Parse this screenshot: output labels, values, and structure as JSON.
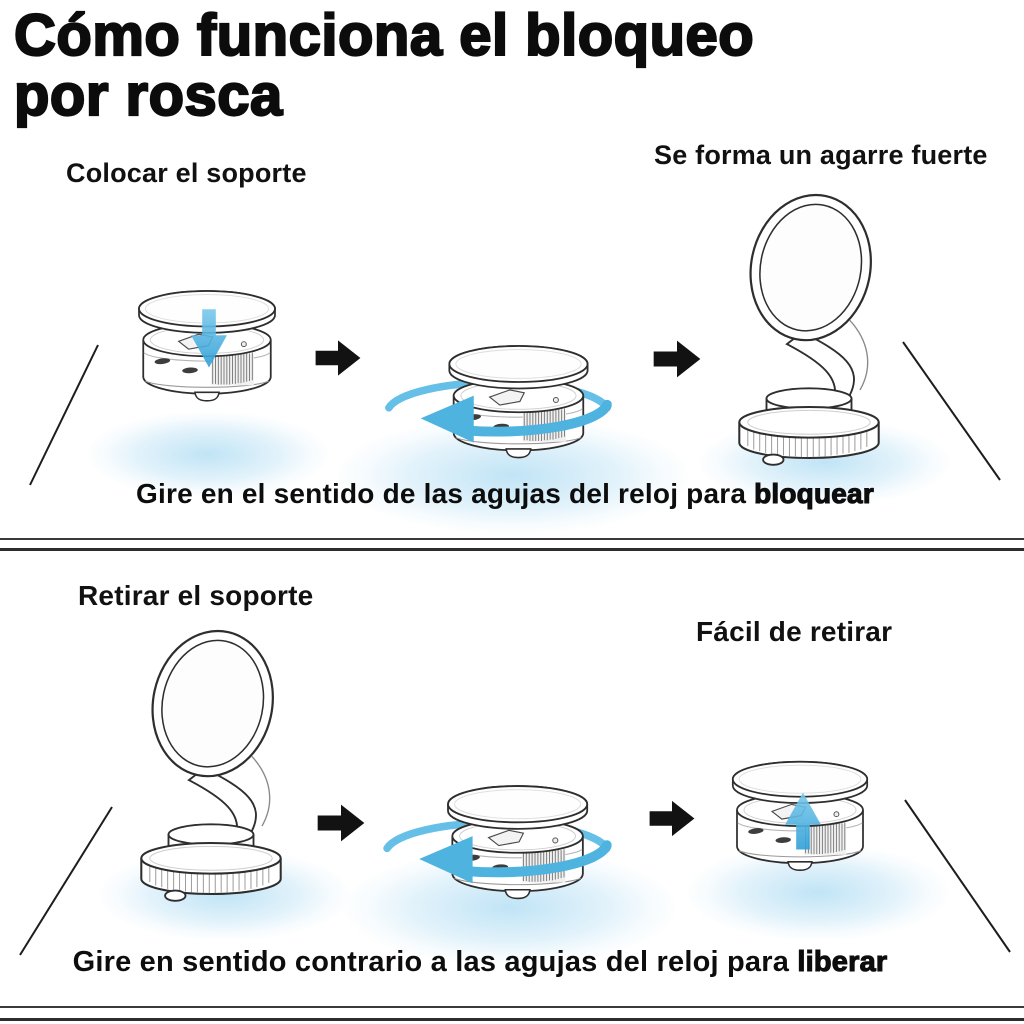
{
  "title": {
    "line1": "Cómo funciona el bloqueo",
    "line2": "por rosca"
  },
  "panel_lock": {
    "step_label": "Colocar el soporte",
    "result_label": "Se forma un agarre fuerte",
    "caption": "Gire en el sentido de las agujas del reloj para",
    "caption_emphasis": "bloquear"
  },
  "panel_release": {
    "step_label": "Retirar el soporte",
    "result_label": "Fácil de retirar",
    "caption": "Gire en sentido contrario a las agujas del reloj para",
    "caption_emphasis": "liberar"
  },
  "icons": {
    "right_arrow": "➡",
    "down_arrow": "⬇",
    "up_arrow": "⬆",
    "rotate_arrow": "↺"
  },
  "colors": {
    "accent_blue": "#57b8e2",
    "accent_blue_dark": "#3fa6d6",
    "glow_blue": "#bfe2f5",
    "arrow_black": "#121212",
    "text_black": "#0d0d0d",
    "line_gray": "#2e2e2e"
  }
}
